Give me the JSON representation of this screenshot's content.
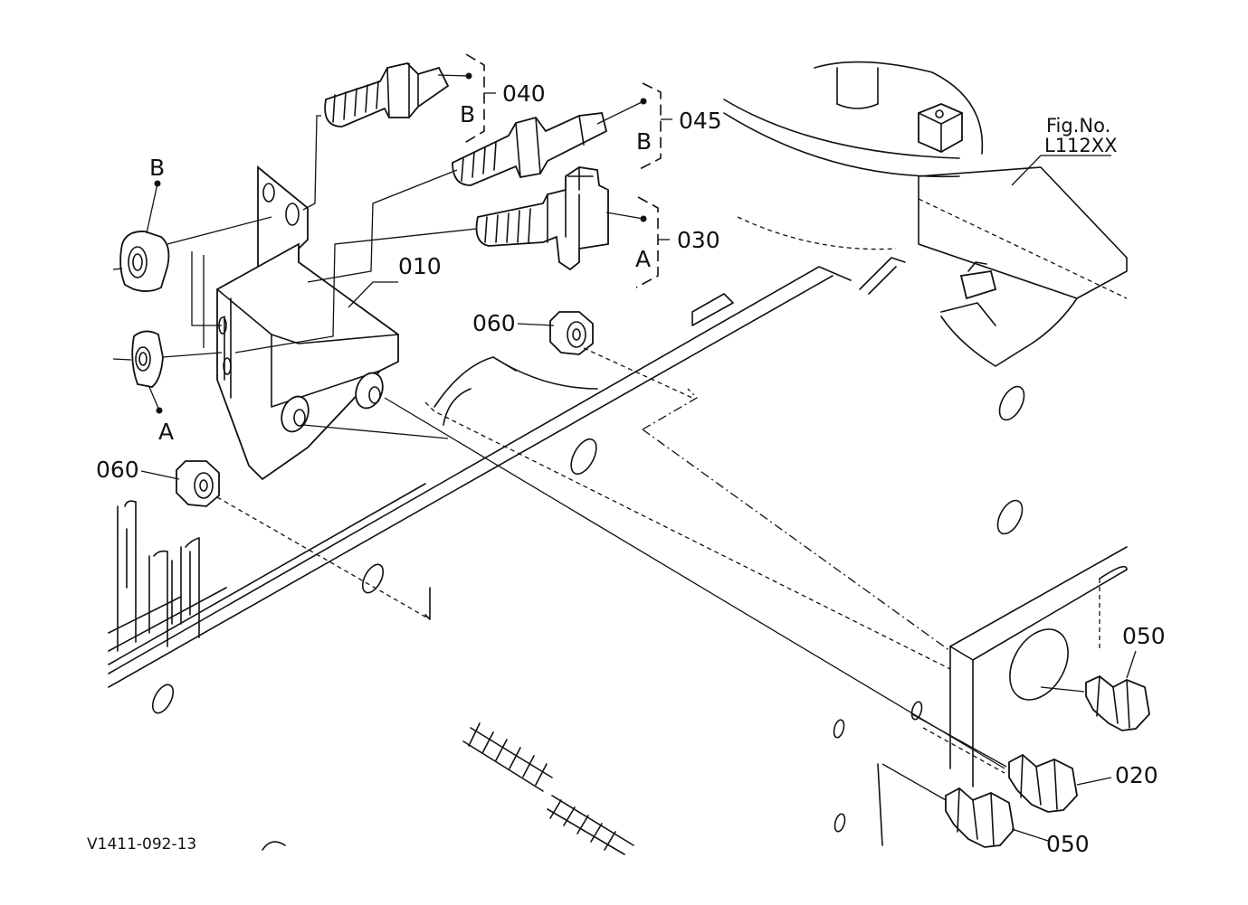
{
  "figure": {
    "fig_no_label": "Fig.No.",
    "fig_no_value": "L112XX",
    "drawing_id": "V1411-092-13"
  },
  "parts": {
    "p010": "010",
    "p020": "020",
    "p030": "030",
    "p040": "040",
    "p045": "045",
    "p050_top": "050",
    "p050_bottom": "050",
    "p060_top": "060",
    "p060_left": "060"
  },
  "refs": {
    "a_nut": "A",
    "b_nut": "B",
    "a_030": "A",
    "b_040": "B",
    "b_045": "B"
  }
}
